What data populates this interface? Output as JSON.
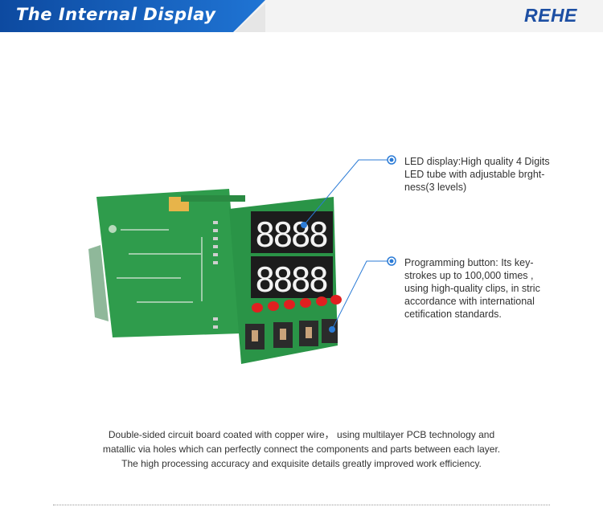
{
  "header": {
    "title": "The Internal Display",
    "logo": "REHE",
    "banner_color": "#1a5fb4"
  },
  "callouts": [
    {
      "lines": [
        "LED display:High quality 4 Digits",
        "LED tube with adjustable brght-",
        "ness(3 levels)"
      ]
    },
    {
      "lines": [
        "Programming button:  Its key-",
        "strokes up to 100,000 times ,",
        "using high-quality clips, in stric",
        "accordance with international",
        "cetification standards."
      ]
    }
  ],
  "caption": {
    "lines": [
      "Double-sided circuit board coated with copper wire， using multilayer PCB technology and",
      "matallic via holes which can perfectly connect the components and parts between each layer.",
      "The high processing accuracy and exquisite details greatly improved work efficiency."
    ]
  },
  "display": {
    "top_digits": "8888",
    "bottom_digits": "8888"
  },
  "colors": {
    "pcb_green": "#2e9a4a",
    "led_red": "#e02020",
    "callout_blue": "#2b7bd6",
    "segment_white": "#f2f2f2"
  }
}
